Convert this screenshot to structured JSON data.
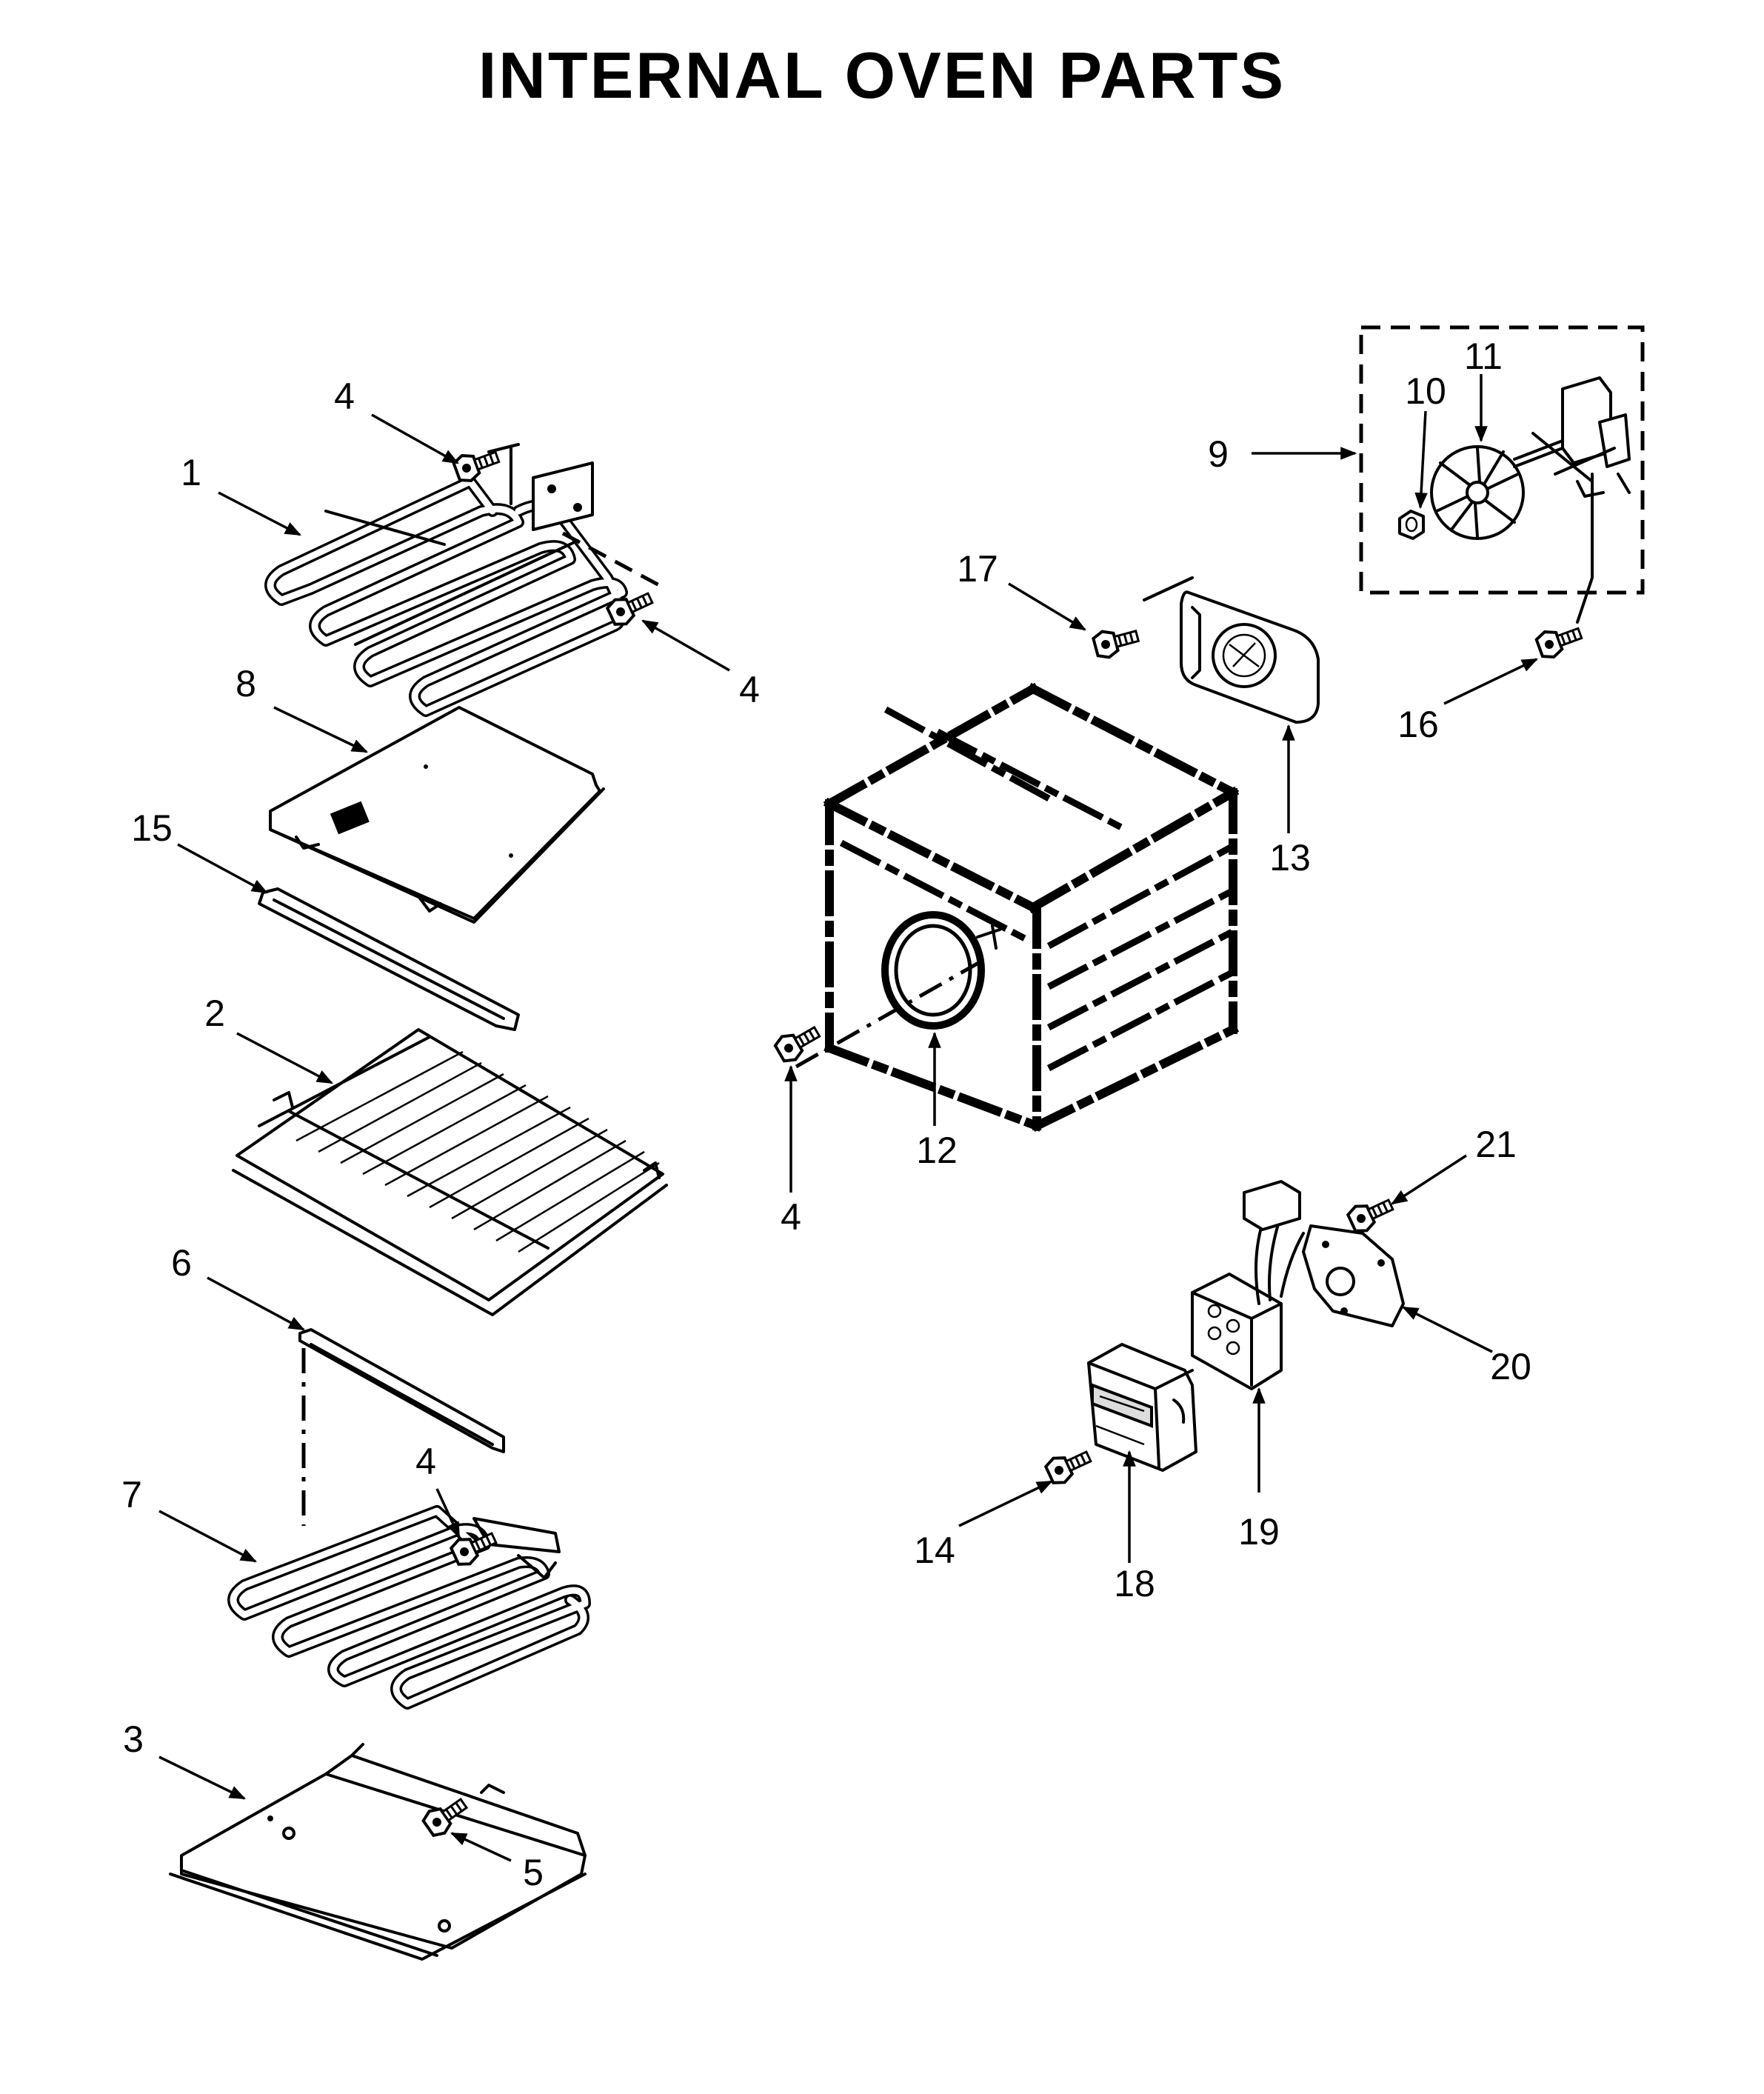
{
  "title": "INTERNAL OVEN PARTS",
  "callouts": [
    {
      "id": "c1",
      "label": "1"
    },
    {
      "id": "c2",
      "label": "2"
    },
    {
      "id": "c3",
      "label": "3"
    },
    {
      "id": "c4a",
      "label": "4"
    },
    {
      "id": "c4b",
      "label": "4"
    },
    {
      "id": "c4c",
      "label": "4"
    },
    {
      "id": "c4d",
      "label": "4"
    },
    {
      "id": "c5",
      "label": "5"
    },
    {
      "id": "c6",
      "label": "6"
    },
    {
      "id": "c7",
      "label": "7"
    },
    {
      "id": "c8",
      "label": "8"
    },
    {
      "id": "c9",
      "label": "9"
    },
    {
      "id": "c10",
      "label": "10"
    },
    {
      "id": "c11",
      "label": "11"
    },
    {
      "id": "c12",
      "label": "12"
    },
    {
      "id": "c13",
      "label": "13"
    },
    {
      "id": "c14",
      "label": "14"
    },
    {
      "id": "c15",
      "label": "15"
    },
    {
      "id": "c16",
      "label": "16"
    },
    {
      "id": "c17",
      "label": "17"
    },
    {
      "id": "c18",
      "label": "18"
    },
    {
      "id": "c19",
      "label": "19"
    },
    {
      "id": "c20",
      "label": "20"
    },
    {
      "id": "c21",
      "label": "21"
    }
  ],
  "icons": {
    "screw": "screw-icon",
    "arrowhead": "arrowhead-icon"
  },
  "colors": {
    "line": "#000000",
    "background": "#ffffff"
  }
}
